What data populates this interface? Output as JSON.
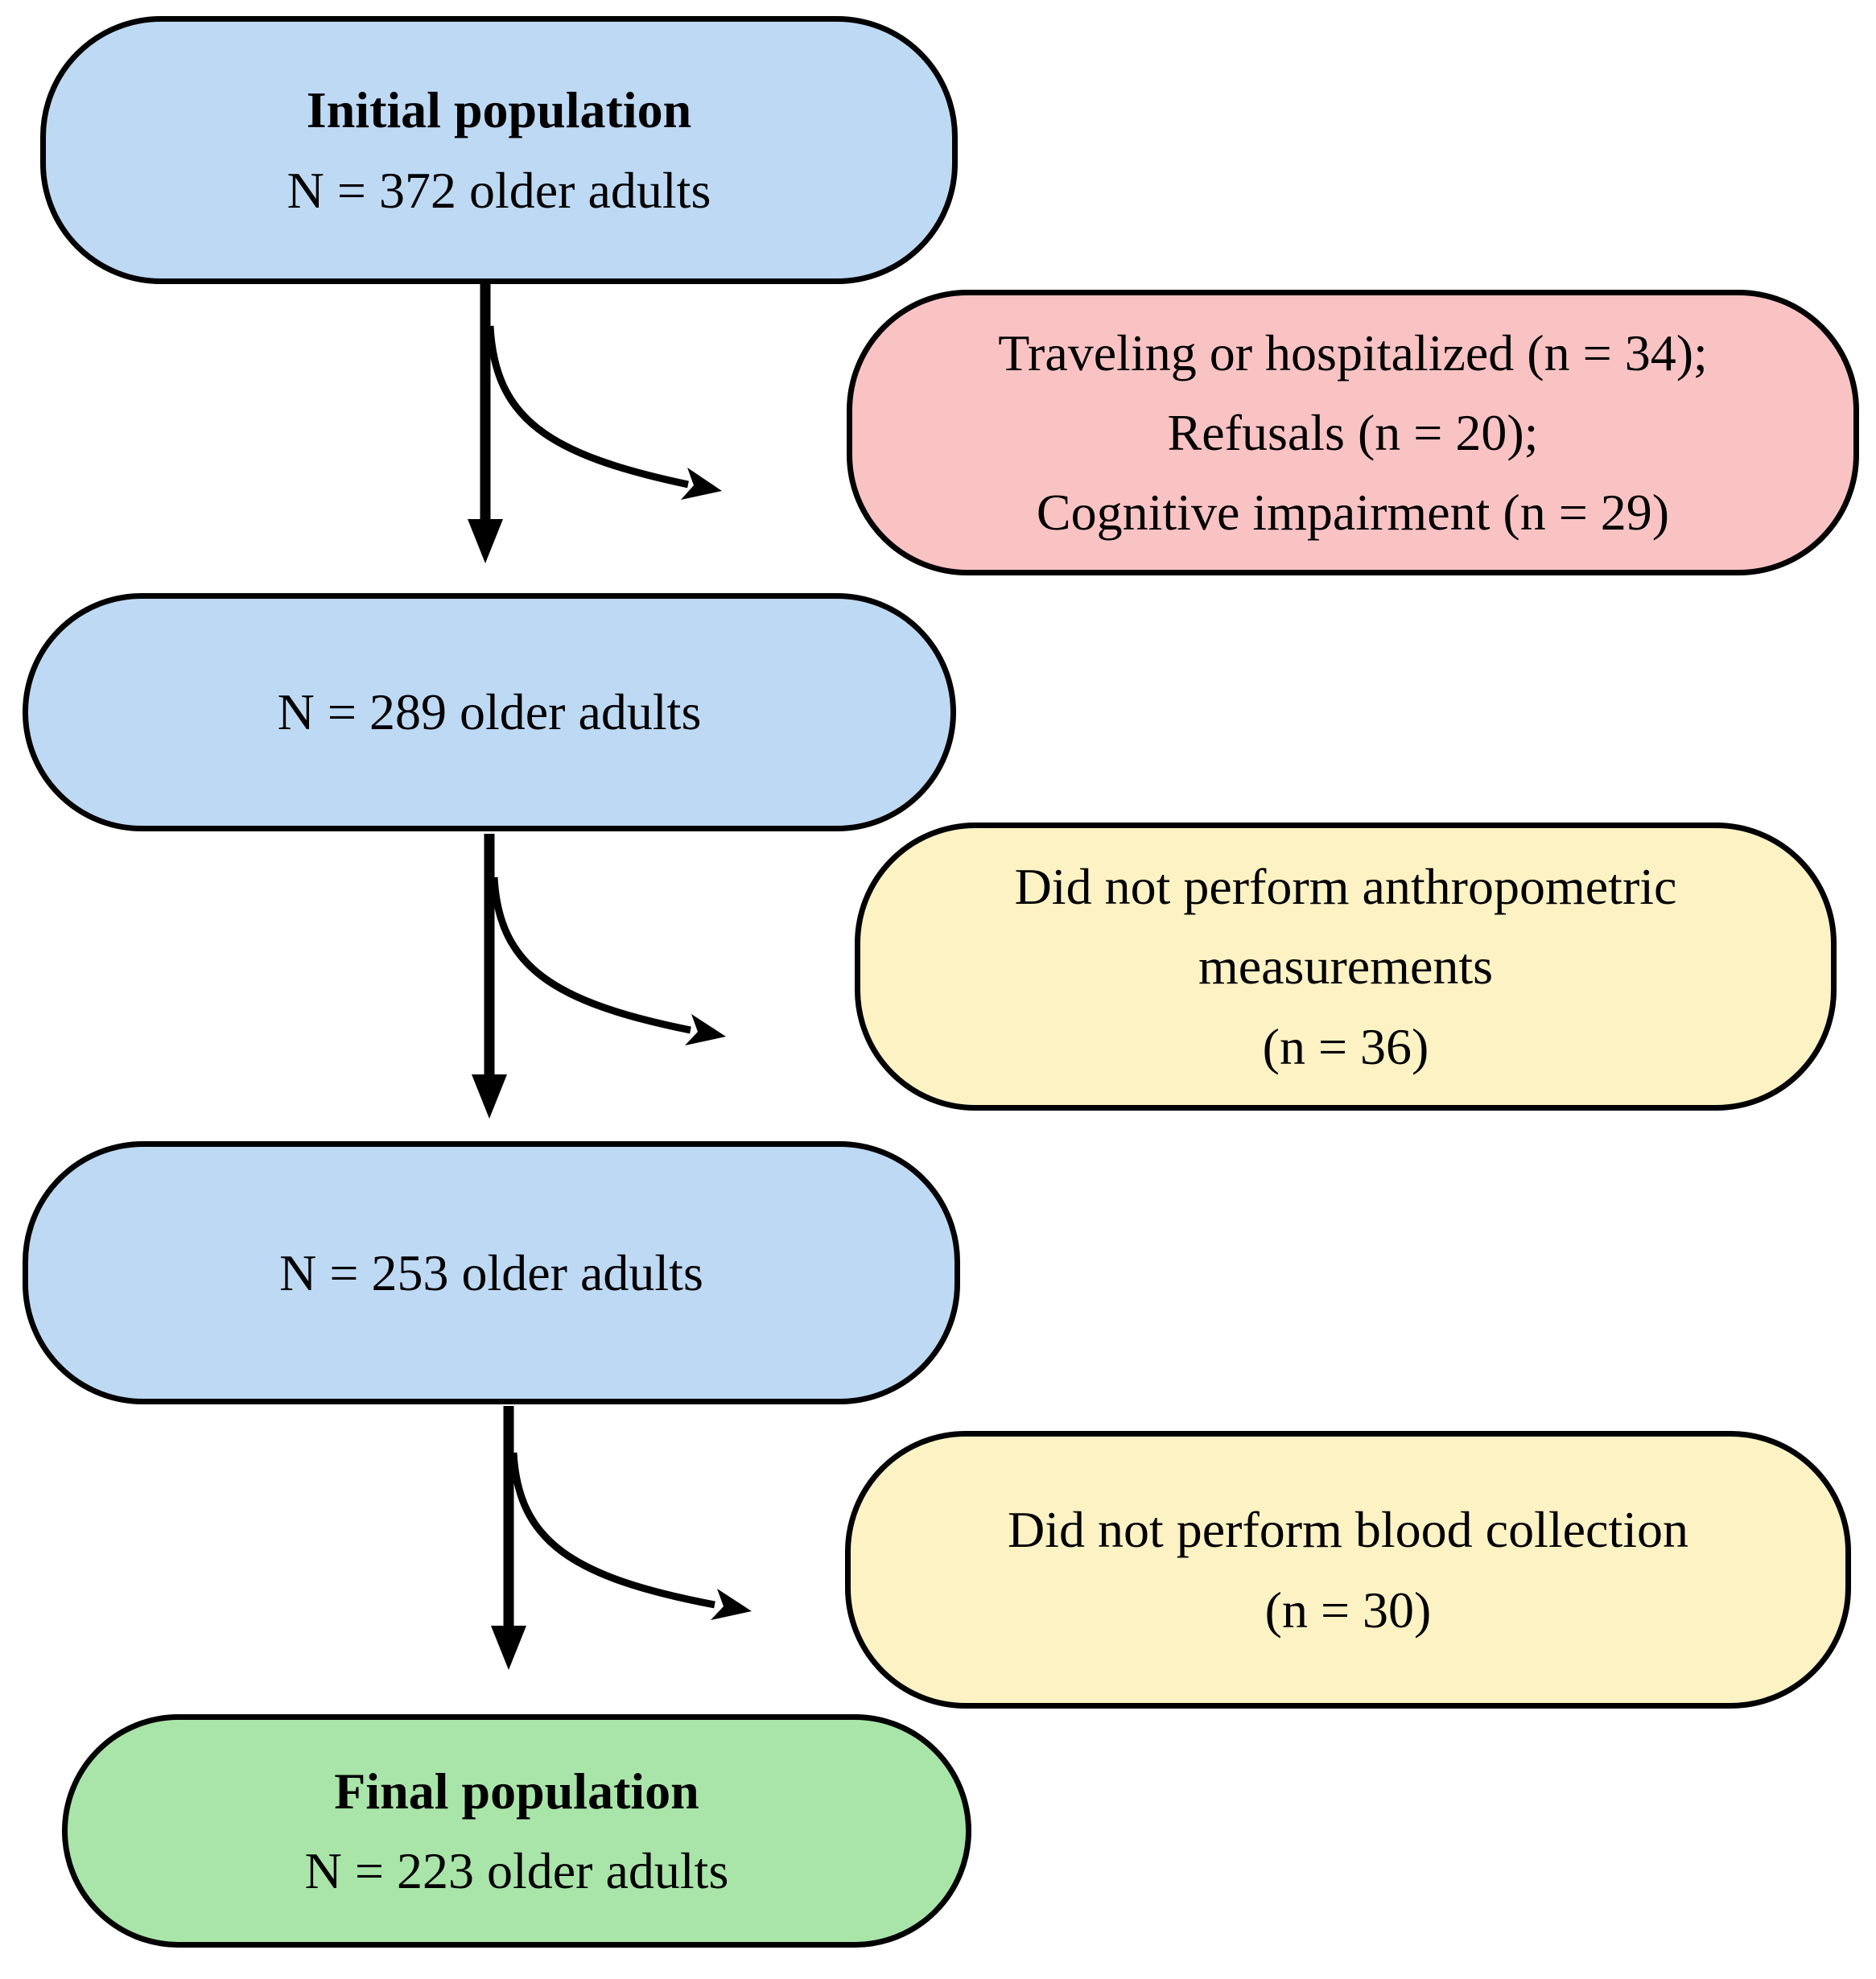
{
  "diagram": {
    "colors": {
      "population-fill": "#BED9F3",
      "exclusion-red-fill": "#FAC3C3",
      "exclusion-yellow-fill": "#FDF2C4",
      "final-fill": "#A9E5A9",
      "border": "#000000",
      "arrow": "#000000"
    },
    "boxes": {
      "initial": {
        "title": "Initial population",
        "subtitle": "N = 372 older adults"
      },
      "exclusion_red": {
        "line1": "Traveling or hospitalized (n = 34);",
        "line2": "Refusals (n = 20);",
        "line3": "Cognitive impairment (n = 29)"
      },
      "after_exclusion_1": {
        "label": "N = 289 older adults"
      },
      "exclusion_anthropometric": {
        "line1": "Did not perform anthropometric",
        "line2": "measurements",
        "line3": "(n = 36)"
      },
      "after_exclusion_2": {
        "label": "N = 253 older adults"
      },
      "exclusion_blood": {
        "line1": "Did not perform blood collection",
        "line2": "(n = 30)"
      },
      "final": {
        "title": "Final population",
        "subtitle": "N = 223 older adults"
      }
    }
  }
}
